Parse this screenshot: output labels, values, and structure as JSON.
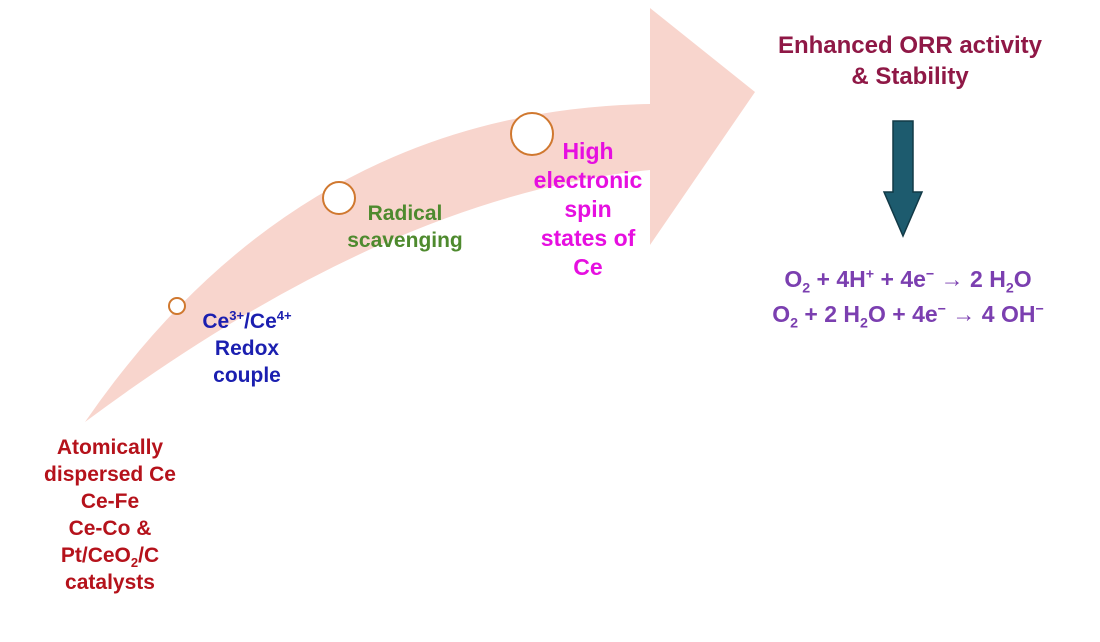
{
  "start": {
    "lines": [
      "Atomically",
      "dispersed Ce",
      "Ce-Fe",
      "Ce-Co &"
    ],
    "pt_prefix": "Pt/CeO",
    "pt_sub": "2",
    "pt_suffix": "/C",
    "last": "catalysts"
  },
  "redox": {
    "ce_a": "Ce",
    "sup_a": "3+",
    "slash_ce": "/Ce",
    "sup_b": "4+",
    "line2": "Redox",
    "line3": "couple"
  },
  "radical": {
    "lines": [
      "Radical",
      "scavenging"
    ]
  },
  "spin": {
    "lines": [
      "High",
      "electronic",
      "spin",
      "states of",
      "Ce"
    ]
  },
  "outcome": {
    "line1": "Enhanced ORR activity",
    "line2": "& Stability"
  },
  "equations": {
    "eq1": {
      "o": "O",
      "o_sub": "2",
      "mid": " + 4H",
      "h_sup": "+",
      "e_part": " + 4e",
      "e_sup": "−",
      "arrow": " → 2 H",
      "h_sub": "2",
      "end": "O"
    },
    "eq2": {
      "o": "O",
      "o_sub": "2",
      "mid": " + 2 H",
      "h_sub": "2",
      "after_h": "O + 4e",
      "e_sup": "−",
      "arrow": " → 4 OH",
      "oh_sup": "−"
    }
  },
  "colors": {
    "arrow_fill": "#f8d5cd",
    "circle_stroke": "#d0782f",
    "down_arrow_fill": "#1d5b6e",
    "start_text": "#b5121b",
    "redox_text": "#1b1fb0",
    "radical_text": "#4e8a2e",
    "spin_text": "#e60fe0",
    "outcome_text": "#8f1846",
    "equation_text": "#7b3fb0"
  }
}
